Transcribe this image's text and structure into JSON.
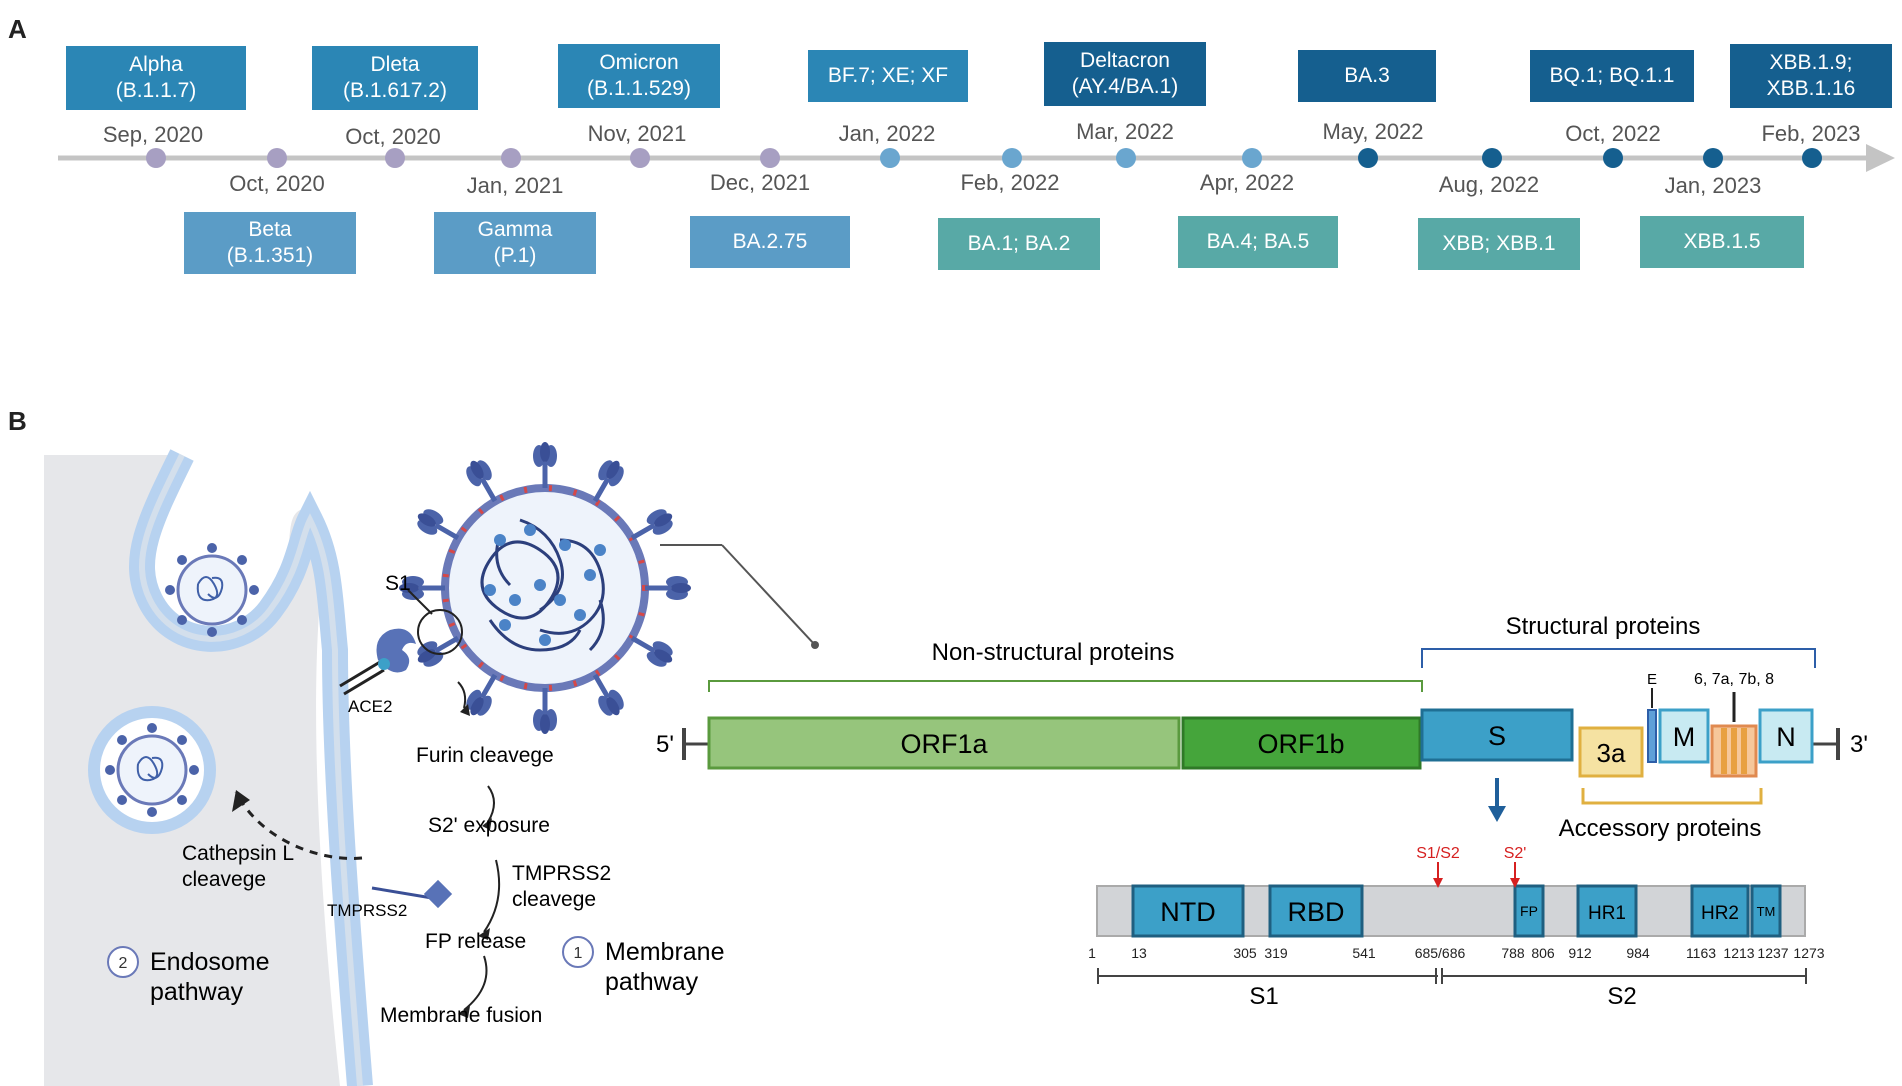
{
  "panels": {
    "a": "A",
    "b": "B"
  },
  "colors": {
    "purple_dot": "#a79fc2",
    "light_blue": "#5b9cc6",
    "mid_blue": "#2b86b5",
    "dark_blue": "#155f8f",
    "teal": "#58a9a6",
    "arrow": "#c4c4c4"
  },
  "timeline": {
    "top": [
      {
        "date": "Sep, 2020",
        "label": "Alpha\n(B.1.1.7)"
      },
      {
        "date": "Oct, 2020",
        "label": "Dleta\n(B.1.617.2)"
      },
      {
        "date": "Nov, 2021",
        "label": "Omicron\n(B.1.1.529)"
      },
      {
        "date": "Jan, 2022",
        "label": "BF.7; XE; XF"
      },
      {
        "date": "Mar, 2022",
        "label": "Deltacron\n(AY.4/BA.1)"
      },
      {
        "date": "May, 2022",
        "label": "BA.3"
      },
      {
        "date": "Oct, 2022",
        "label": "BQ.1; BQ.1.1"
      },
      {
        "date": "Feb, 2023",
        "label": "XBB.1.9;\nXBB.1.16"
      }
    ],
    "bottom": [
      {
        "date": "Oct, 2020",
        "label": "Beta\n(B.1.351)"
      },
      {
        "date": "Jan, 2021",
        "label": "Gamma\n(P.1)"
      },
      {
        "date": "Dec, 2021",
        "label": "BA.2.75"
      },
      {
        "date": "Feb, 2022",
        "label": "BA.1; BA.2"
      },
      {
        "date": "Apr, 2022",
        "label": "BA.4; BA.5"
      },
      {
        "date": "Aug, 2022",
        "label": "XBB; XBB.1"
      },
      {
        "date": "Jan, 2023",
        "label": "XBB.1.5"
      }
    ]
  },
  "cell": {
    "s1": "S1",
    "ace2": "ACE2",
    "tmprss2": "TMPRSS2",
    "furin": "Furin cleavege",
    "s2_exposure": "S2' exposure",
    "cathepsin": "Cathepsin L\ncleavege",
    "tmprss2_cleavege": "TMPRSS2\ncleavege",
    "fp_release": "FP release",
    "membrane_fusion": "Membrane fusion",
    "endosome_num": "2",
    "endosome_label": "Endosome\npathway",
    "membrane_num": "1",
    "membrane_label": "Membrane\npathway"
  },
  "genome": {
    "nonstructural": "Non-structural proteins",
    "structural": "Structural proteins",
    "accessory": "Accessory proteins",
    "five_prime": "5'",
    "three_prime": "3'",
    "orf1a": "ORF1a",
    "orf1b": "ORF1b",
    "s": "S",
    "a3": "3a",
    "e": "E",
    "m": "M",
    "group": "6, 7a, 7b, 8",
    "n": "N"
  },
  "spike": {
    "ntd": "NTD",
    "rbd": "RBD",
    "fp": "FP",
    "hr1": "HR1",
    "hr2": "HR2",
    "tm": "TM",
    "s1s2": "S1/S2",
    "s2prime": "S2'",
    "s1": "S1",
    "s2": "S2",
    "positions": [
      "1",
      "13",
      "305",
      "319",
      "541",
      "685/686",
      "788",
      "806",
      "912",
      "984",
      "1163",
      "1213",
      "1237",
      "1273"
    ]
  }
}
